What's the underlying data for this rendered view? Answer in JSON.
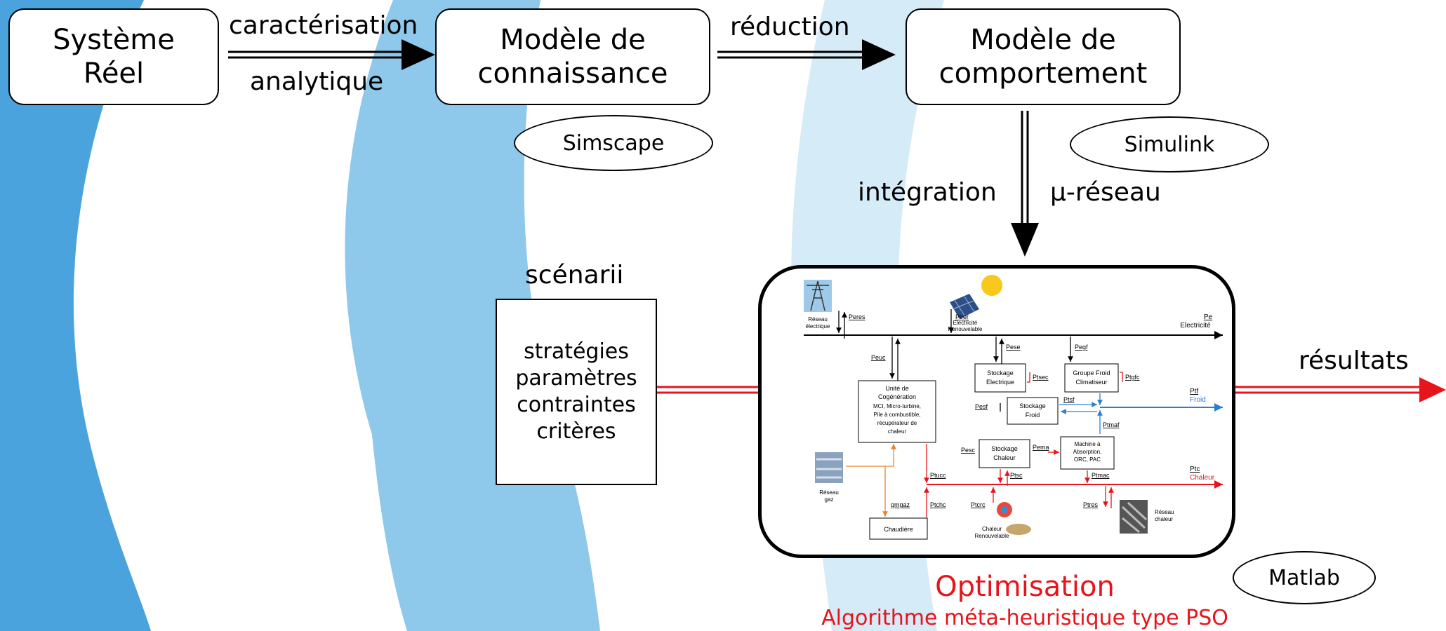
{
  "colors": {
    "band_dark": "#4aa3dc",
    "band_mid": "#8ec8ea",
    "band_light": "#d6ebf8",
    "accent_red": "#e8141b"
  },
  "boxes": {
    "systeme": [
      "Système",
      "Réel"
    ],
    "connaissance": [
      "Modèle de",
      "connaissance"
    ],
    "comportement": [
      "Modèle de",
      "comportement"
    ]
  },
  "arrows": {
    "caracterisation": "caractérisation",
    "analytique": "analytique",
    "reduction": "réduction",
    "integration": "intégration",
    "mu_reseau": "μ-réseau",
    "resultats": "résultats"
  },
  "tools": {
    "simscape": "Simscape",
    "simulink": "Simulink",
    "matlab": "Matlab"
  },
  "scenarii": {
    "title": "scénarii",
    "items": [
      "stratégies",
      "paramètres",
      "contraintes",
      "critères"
    ]
  },
  "optimisation": {
    "title": "Optimisation",
    "subtitle": "Algorithme méta-heuristique type PSO"
  },
  "microgrid": {
    "reseau_electrique": [
      "Réseau",
      "électrique"
    ],
    "electricite_renouvelable": [
      "Electricité",
      "Renouvelable"
    ],
    "bus_elec": [
      "Pe",
      "Electricité"
    ],
    "bus_froid": [
      "Ptf",
      "Froid"
    ],
    "bus_chaleur": [
      "Ptc",
      "Chaleur"
    ],
    "cogeneration": [
      "Unité de",
      "Cogénération",
      "MCI, Micro-turbine,",
      "Pile à combustible,",
      "récupérateur de",
      "chaleur"
    ],
    "stockage_elec": [
      "Stockage",
      "Electrique"
    ],
    "groupe_froid": [
      "Groupe Froid",
      "Climatiseur"
    ],
    "stockage_froid": [
      "Stockage",
      "Froid"
    ],
    "stockage_chaleur": [
      "Stockage",
      "Chaleur"
    ],
    "machine_absorption": [
      "Machine à",
      "Absorption,",
      "ORC, PAC"
    ],
    "chaudiere": "Chaudière",
    "reseau_gaz": [
      "Réseau",
      "gaz"
    ],
    "chaleur_renouvelable": [
      "Chaleur",
      "Renouvelable"
    ],
    "reseau_chaleur": [
      "Réseau",
      "chaleur"
    ],
    "flows": {
      "peres": "Peres",
      "peer": "Peer",
      "peuc": "Peuc",
      "pese": "Pese",
      "pegf": "Pegf",
      "ptsec": "Ptsec",
      "ptgfc": "Ptgfc",
      "pesf": "Pesf",
      "ptsf": "Ptsf",
      "ptmaf": "Ptmaf",
      "pesc": "Pesc",
      "pema": "Pema",
      "ptucc": "Ptucc",
      "ptsc": "Ptsc",
      "ptmac": "Ptmac",
      "qmgaz": "qmgaz",
      "ptchc": "Ptchc",
      "ptcrc": "Ptcrc",
      "ptres": "Ptres"
    }
  }
}
